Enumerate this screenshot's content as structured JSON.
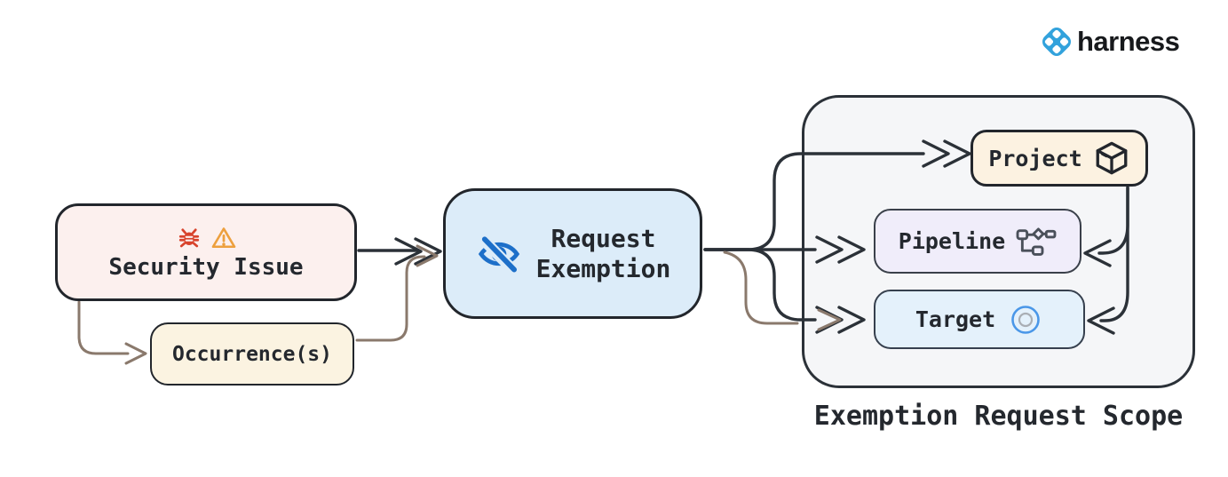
{
  "brand": {
    "name": "harness"
  },
  "nodes": {
    "security_issue": {
      "label": "Security Issue",
      "icons": [
        "bug-icon",
        "warning-icon"
      ],
      "fill": "#fcf0ee"
    },
    "occurrences": {
      "label": "Occurrence(s)",
      "fill": "#fbf3e1"
    },
    "request_exemption": {
      "label": "Request\nExemption",
      "icon": "eye-off-icon",
      "fill": "#dcecf9"
    }
  },
  "scope": {
    "caption": "Exemption Request Scope",
    "fill": "#f5f6f8",
    "items": [
      {
        "id": "project",
        "label": "Project",
        "icon": "package-icon",
        "fill": "#fcf2e1"
      },
      {
        "id": "pipeline",
        "label": "Pipeline",
        "icon": "pipeline-icon",
        "fill": "#f0edfa"
      },
      {
        "id": "target",
        "label": "Target",
        "icon": "target-icon",
        "fill": "#e4f1fb"
      }
    ]
  },
  "edges": [
    {
      "from": "security_issue",
      "to": "request_exemption",
      "color": "dark"
    },
    {
      "from": "security_issue",
      "to": "occurrences",
      "color": "brown"
    },
    {
      "from": "occurrences",
      "to": "request_exemption",
      "color": "brown"
    },
    {
      "from": "request_exemption",
      "to": "project",
      "color": "dark"
    },
    {
      "from": "request_exemption",
      "to": "pipeline",
      "color": "dark"
    },
    {
      "from": "request_exemption",
      "to": "target",
      "color": "dark"
    },
    {
      "from": "request_exemption",
      "to": "target",
      "color": "brown"
    },
    {
      "from": "project",
      "to": "pipeline",
      "color": "dark"
    },
    {
      "from": "project",
      "to": "target",
      "color": "dark"
    }
  ],
  "colors": {
    "edge_dark": "#2b3138",
    "edge_brown": "#8a796c",
    "text": "#24282e",
    "brand_blue": "#32a2dc",
    "eye_icon_blue": "#1d6fc9",
    "bug_red": "#d8432c",
    "warning_orange": "#eda03e",
    "target_ring_blue": "#4a97e8",
    "target_ring_gray": "#a9aeb4",
    "pipeline_icon_gray": "#4a505a"
  }
}
